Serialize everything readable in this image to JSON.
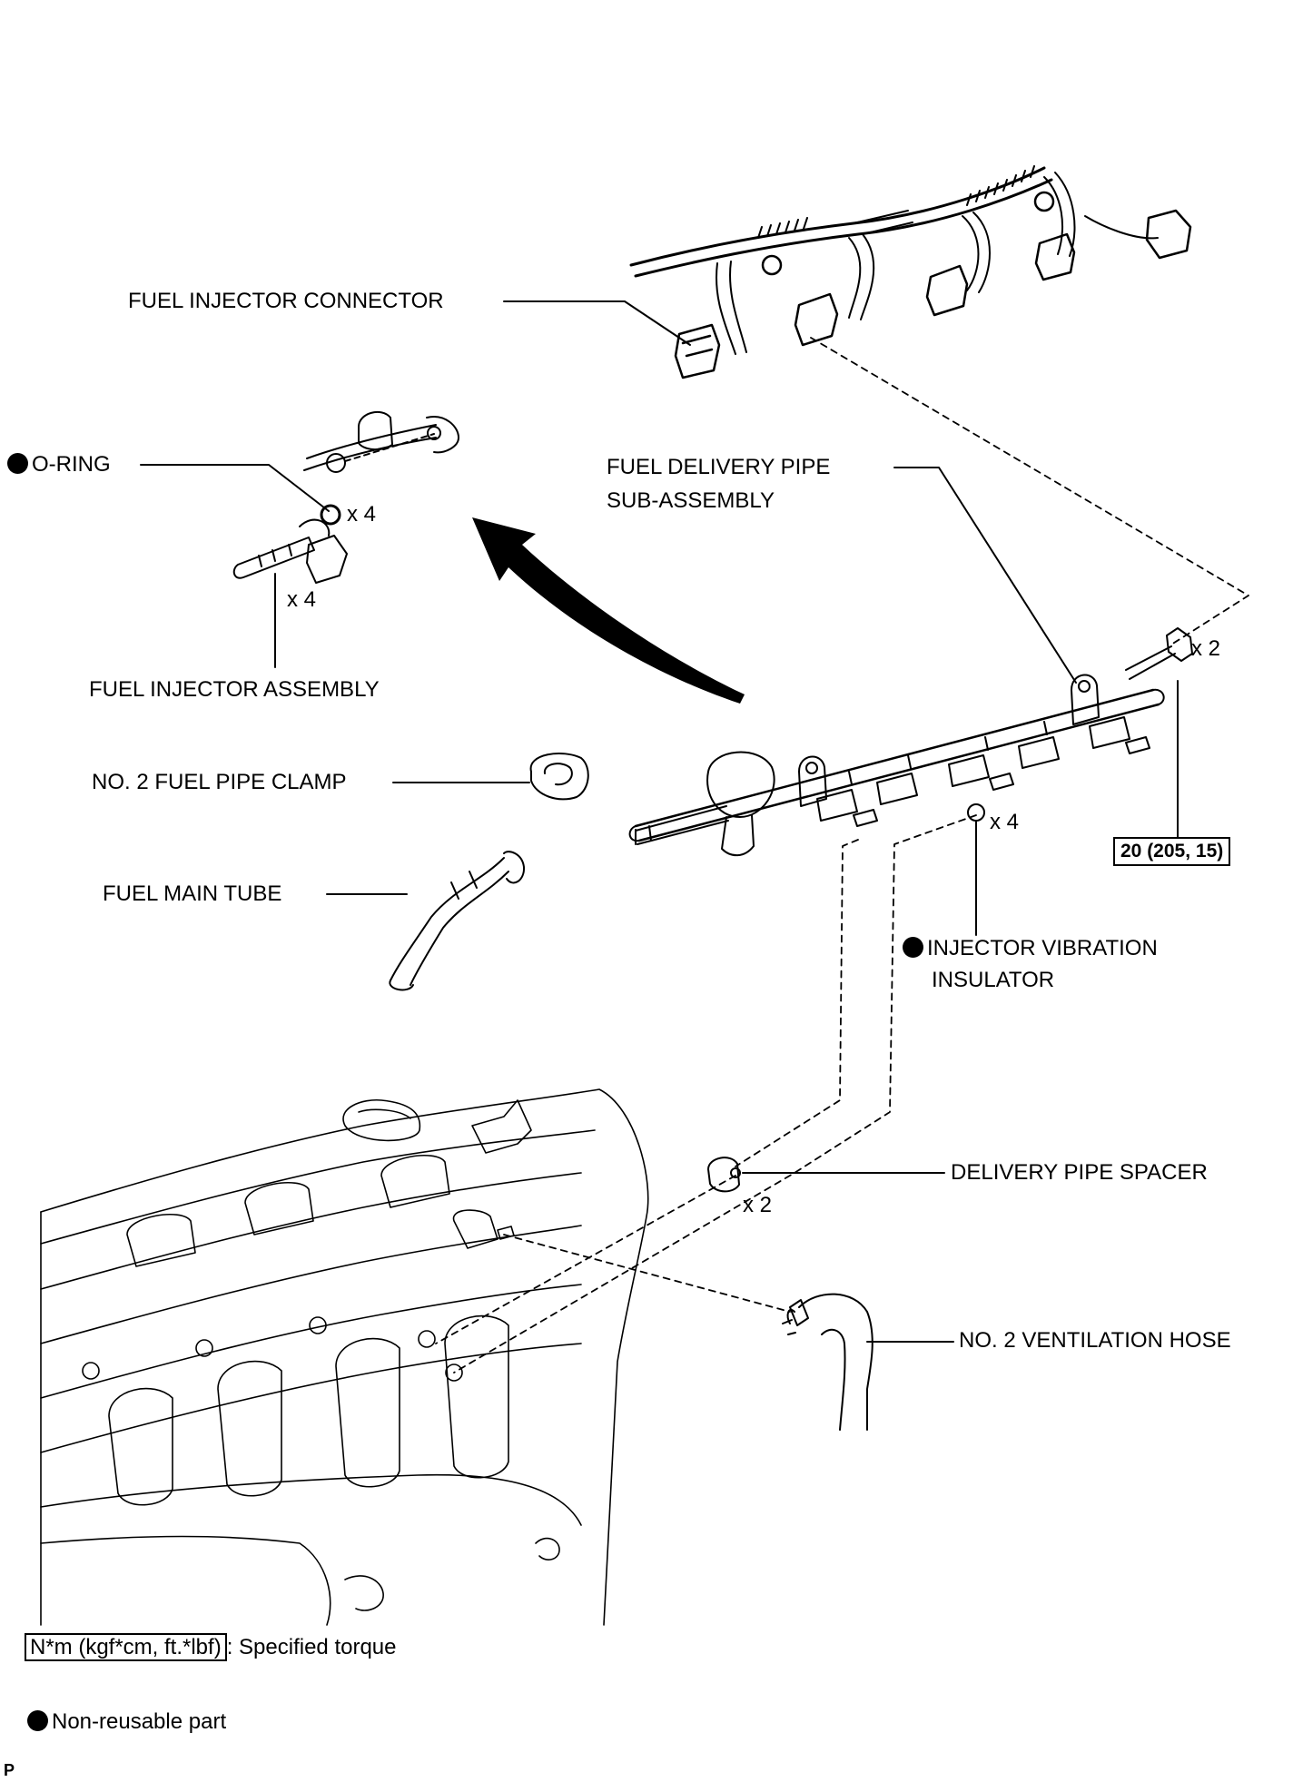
{
  "labels": {
    "fuel_injector_connector": "FUEL INJECTOR CONNECTOR",
    "o_ring": "O-RING",
    "o_ring_qty": "x 4",
    "fuel_injector_qty": "x 4",
    "fuel_injector_assembly": "FUEL INJECTOR ASSEMBLY",
    "fuel_delivery_pipe_line1": "FUEL DELIVERY PIPE",
    "fuel_delivery_pipe_line2": "SUB-ASSEMBLY",
    "bolt_qty": "x 2",
    "torque_value": "20 (205, 15)",
    "no2_fuel_pipe_clamp": "NO. 2 FUEL PIPE CLAMP",
    "fuel_main_tube": "FUEL MAIN TUBE",
    "insulator_qty": "x 4",
    "injector_vibration_line1": "INJECTOR VIBRATION",
    "injector_vibration_line2": "INSULATOR",
    "delivery_pipe_spacer": "DELIVERY PIPE SPACER",
    "spacer_qty": "x 2",
    "no2_ventilation_hose": "NO. 2 VENTILATION HOSE"
  },
  "legend": {
    "torque_units": "N*m (kgf*cm, ft.*lbf)",
    "torque_desc": ": Specified torque",
    "non_reusable": "Non-reusable part"
  },
  "corner_ref": "P",
  "icons": {
    "non_reusable_marker": "filled-circle-icon",
    "direction_arrow": "curved-arrow-icon"
  }
}
